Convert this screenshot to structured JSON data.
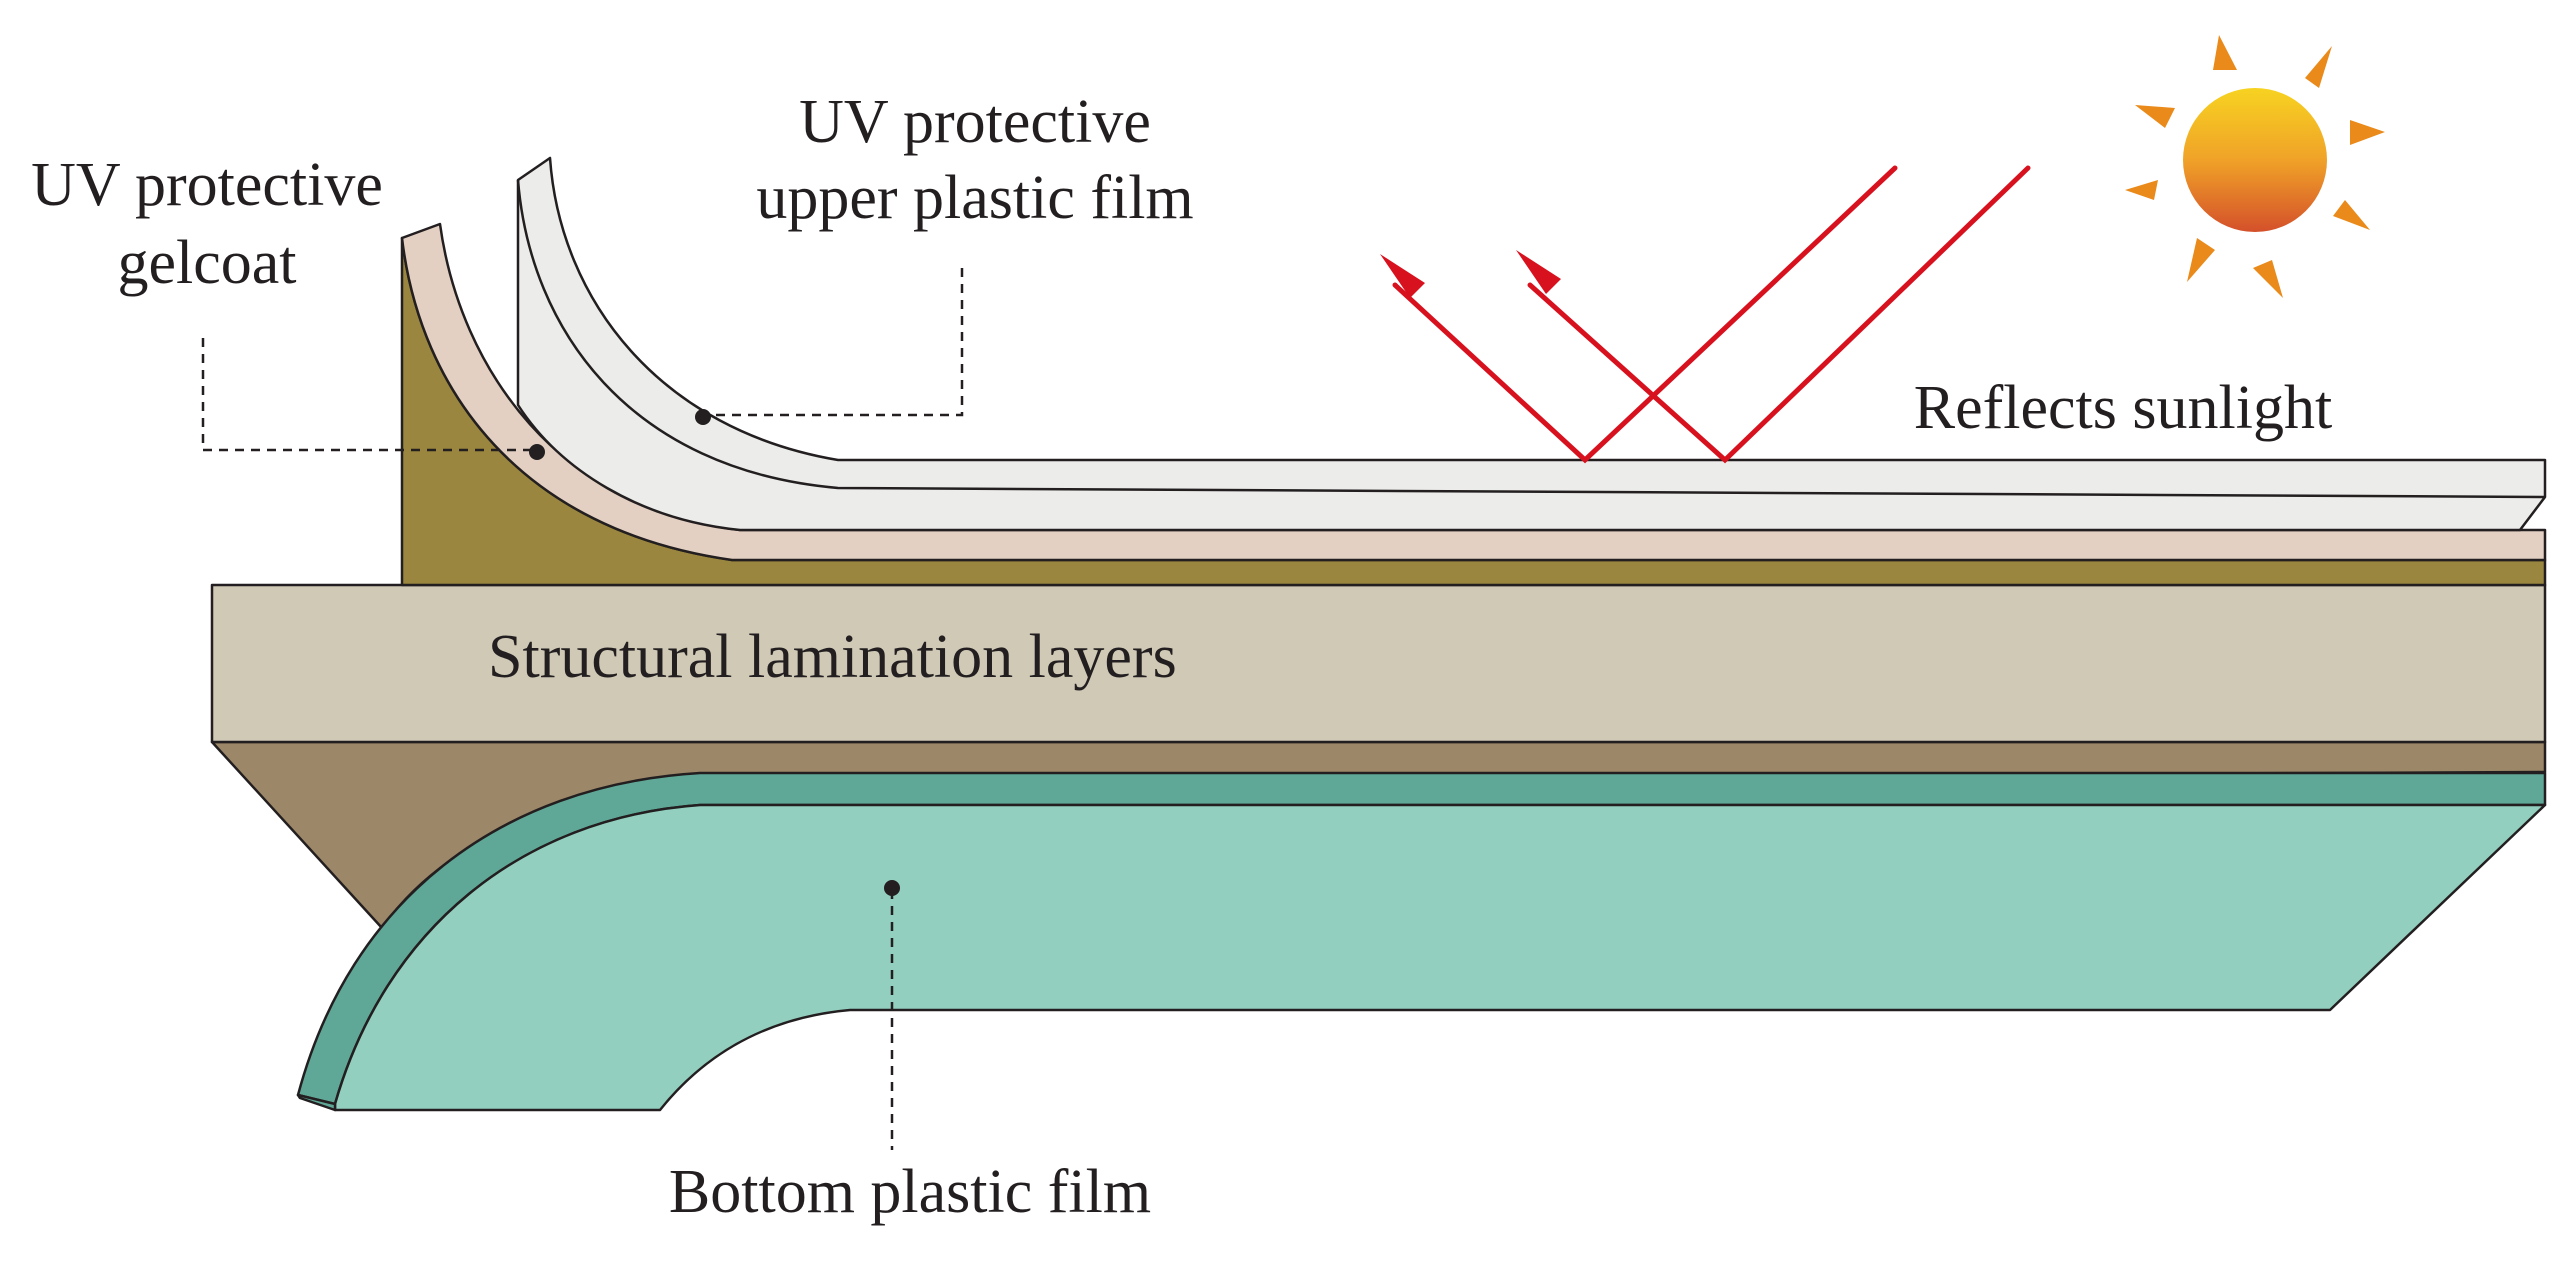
{
  "labels": {
    "gelcoat_line1": "UV protective",
    "gelcoat_line2": "gelcoat",
    "upper_film_line1": "UV protective",
    "upper_film_line2": "upper plastic film",
    "reflects": "Reflects sunlight",
    "structural": "Structural lamination layers",
    "bottom_film": "Bottom plastic film"
  },
  "colors": {
    "background": "#ffffff",
    "gelcoat_base": "#9a863e",
    "gelcoat_layer": "#e3d0c2",
    "upper_film": "#ececea",
    "structural_layer": "#cfc9b6",
    "lower_wedge": "#9c8868",
    "bottom_film_face": "#93cfbf",
    "bottom_film_edge": "#5fa897",
    "sun_rays": "#e98a1a",
    "sun_core_top": "#f7d321",
    "sun_core_bottom": "#d4502a",
    "light_rays": "#d8111e",
    "outline": "#231f20"
  },
  "icons": {
    "sun": "sun-icon",
    "rays": "arrow-icon"
  }
}
